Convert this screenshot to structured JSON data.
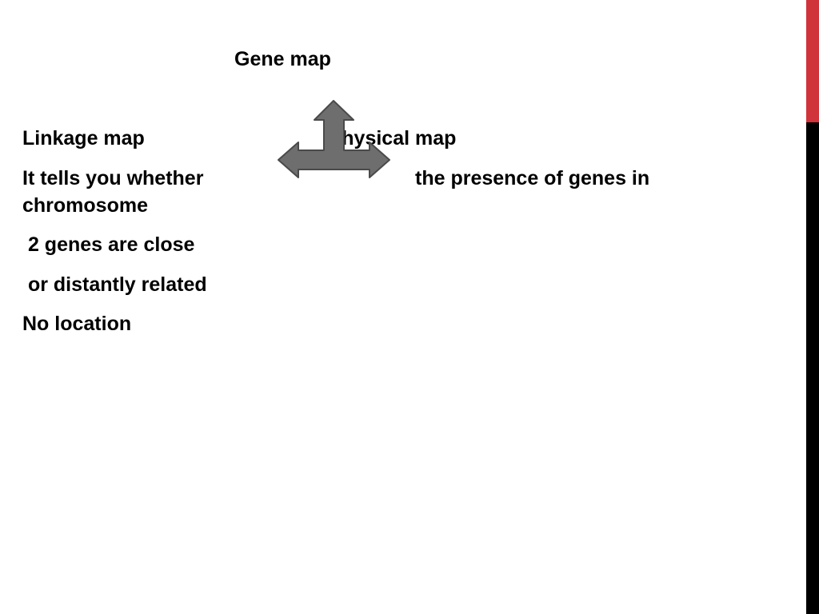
{
  "slide": {
    "title": "Gene map",
    "left_column": {
      "heading": "Linkage map",
      "line1": "It tells you whether",
      "line2": "chromosome",
      "line3": " 2 genes are close",
      "line4": " or distantly related",
      "line5": "No location"
    },
    "right_column": {
      "heading": "physical map",
      "line1": "the presence of genes in"
    }
  },
  "arrow_icon": "three-way-arrow-icon",
  "colors": {
    "background": "#ffffff",
    "text": "#000000",
    "arrow_fill": "#6e6e6e",
    "arrow_stroke": "#4a4a4a",
    "accent_red": "#d0333a",
    "accent_black": "#000000"
  }
}
